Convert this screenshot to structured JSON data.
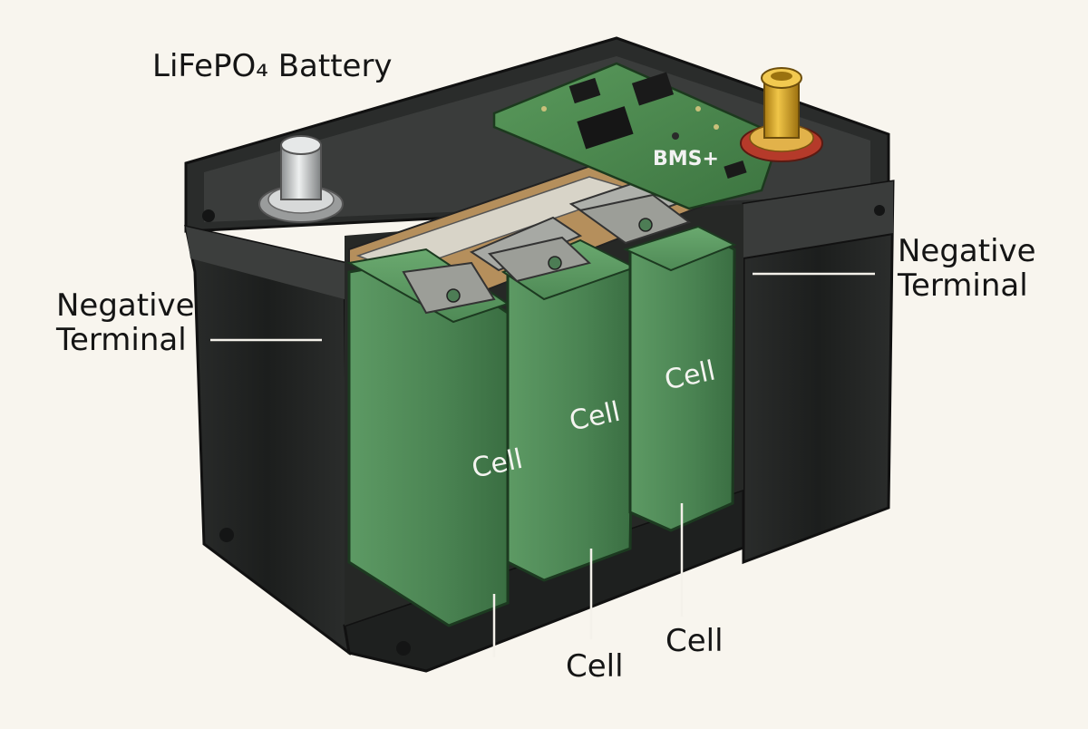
{
  "title": "LiFePO₄ Battery",
  "labels": {
    "negative_terminal_left": [
      "Negative",
      "Terminal"
    ],
    "negative_terminal_right": [
      "Negative",
      "Terminal"
    ],
    "bms": "BMS+",
    "cell_face_1": "Cell",
    "cell_face_2": "Cell",
    "cell_face_3": "Cell",
    "cell_callout_1": "Cell",
    "cell_callout_2": "Cell"
  },
  "colors": {
    "case": "#1f2120",
    "case_edge": "#3a3c3a",
    "cell_green": "#4f8a58",
    "cell_dark": "#2f5f38",
    "pcb": "#4a8b4e",
    "brass": "#d4a52a",
    "steel": "#c9cccc",
    "busbar": "#a8a8a0"
  }
}
